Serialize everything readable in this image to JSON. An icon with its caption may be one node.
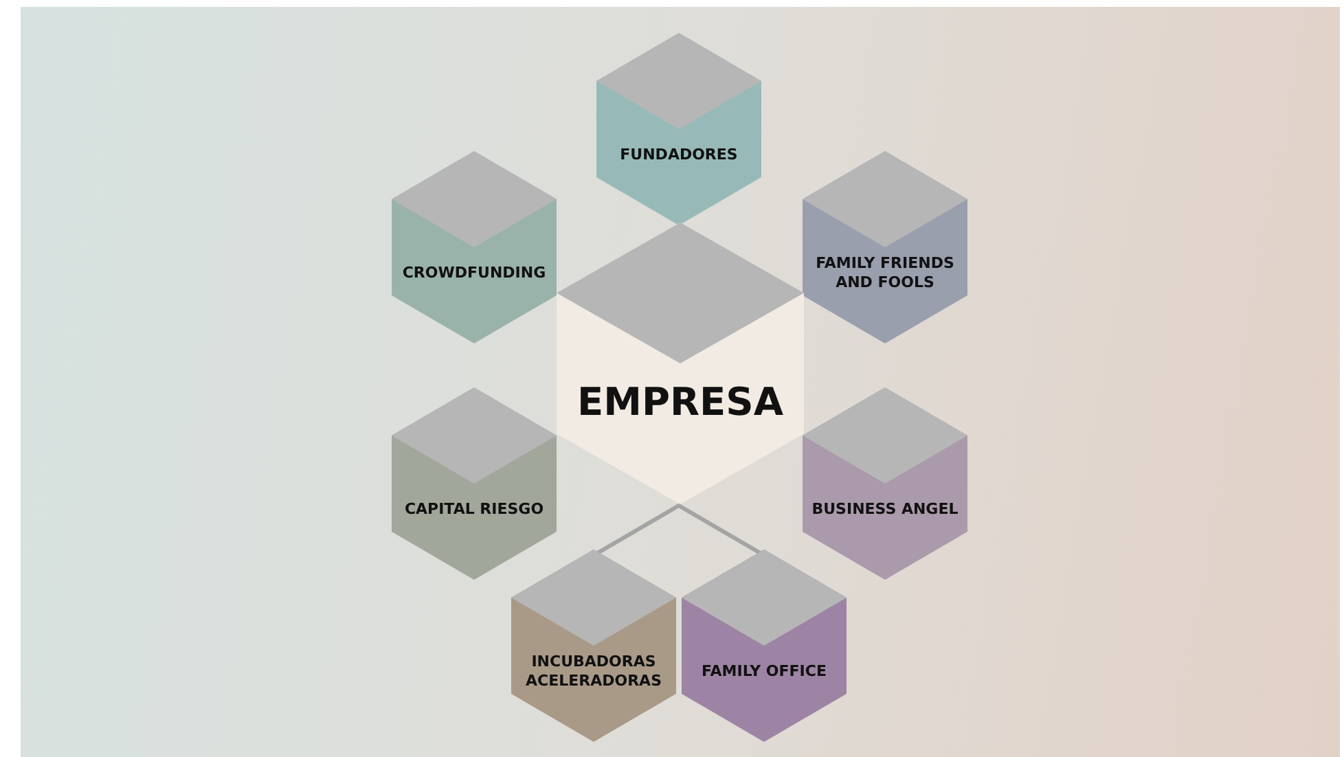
{
  "diagram": {
    "nodes": [
      {
        "text": [
          "FUNDADORES"
        ]
      },
      {
        "text": [
          "CROWDFUNDING"
        ]
      },
      {
        "text": [
          "FAMILY FRIENDS AND FOOLS"
        ]
      },
      {
        "text": [
          "EMPRESA"
        ]
      },
      {
        "text": [
          "CAPITAL RIESGO"
        ]
      },
      {
        "text": [
          "BUSINESS ANGEL"
        ]
      },
      {
        "text": [
          "INCUBADORAS ACELERADORAS"
        ]
      },
      {
        "text": [
          "FAMILY OFFICE"
        ]
      }
    ]
  }
}
